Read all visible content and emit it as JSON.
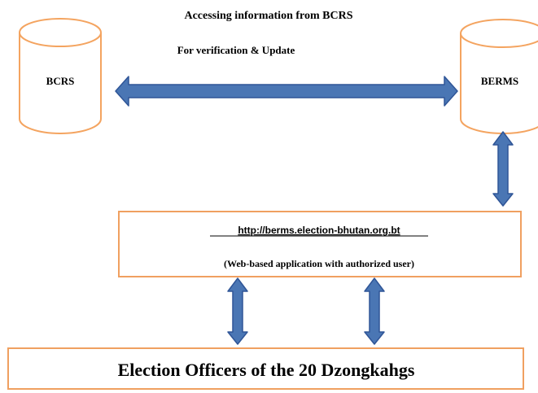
{
  "header": {
    "line1": "Accessing information from BCRS",
    "line2": "For verification & Update"
  },
  "databases": {
    "left": "BCRS",
    "right": "BERMS"
  },
  "web_app": {
    "url": "http://berms.election-bhutan.org.bt",
    "description": "(Web-based application with authorized user)"
  },
  "officers": {
    "label": "Election Officers of the 20 Dzongkahgs"
  },
  "colors": {
    "cylinder_stroke": "#f4a460",
    "box_stroke": "#f0a060",
    "arrow_fill": "#4a76b4",
    "arrow_stroke": "#2f5597"
  }
}
